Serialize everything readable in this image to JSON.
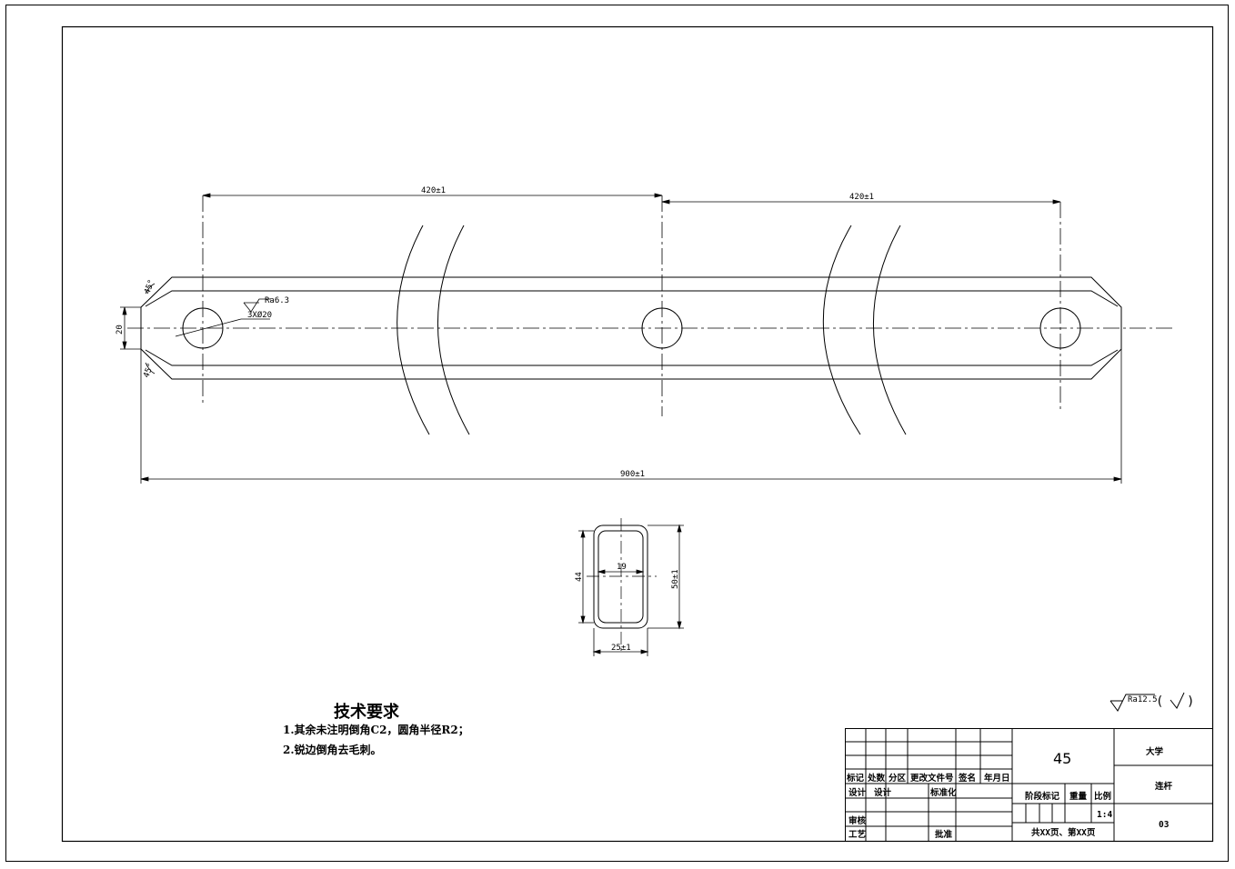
{
  "drawing": {
    "dims": {
      "left_span": "420±1",
      "right_span": "420±1",
      "overall": "900±1",
      "end_width": "20",
      "chamfer_top": "45°",
      "chamfer_bottom": "45°",
      "section_inner_width": "19",
      "section_inner_height": "44",
      "section_outer_height": "50±1",
      "section_outer_width": "25±1"
    },
    "hole_surface_ra": "Ra6.3",
    "hole_spec": "3XØ20"
  },
  "tech_notes": {
    "title": "技术要求",
    "lines": [
      "1.其余未注明倒角C2，圆角半径R2；",
      "2.锐边倒角去毛刺。"
    ]
  },
  "roughness_general": {
    "value": "Ra12.5",
    "paren_open": "(",
    "paren_close": ")"
  },
  "title_block": {
    "material": "45",
    "school": "大学",
    "part_name": "连杆",
    "drawing_no": "03",
    "scale": "1:4",
    "pages": "共XX页、第XX页",
    "headers": {
      "mark": "标记",
      "count": "处数",
      "zone": "分区",
      "change_doc": "更改文件号",
      "signature": "签名",
      "date": "年月日",
      "design": "设计",
      "design2": "设计",
      "standardize": "标准化",
      "stage_mark": "阶段标记",
      "weight": "重量",
      "ratio": "比例",
      "review": "审核",
      "process": "工艺",
      "approve": "批准"
    }
  }
}
